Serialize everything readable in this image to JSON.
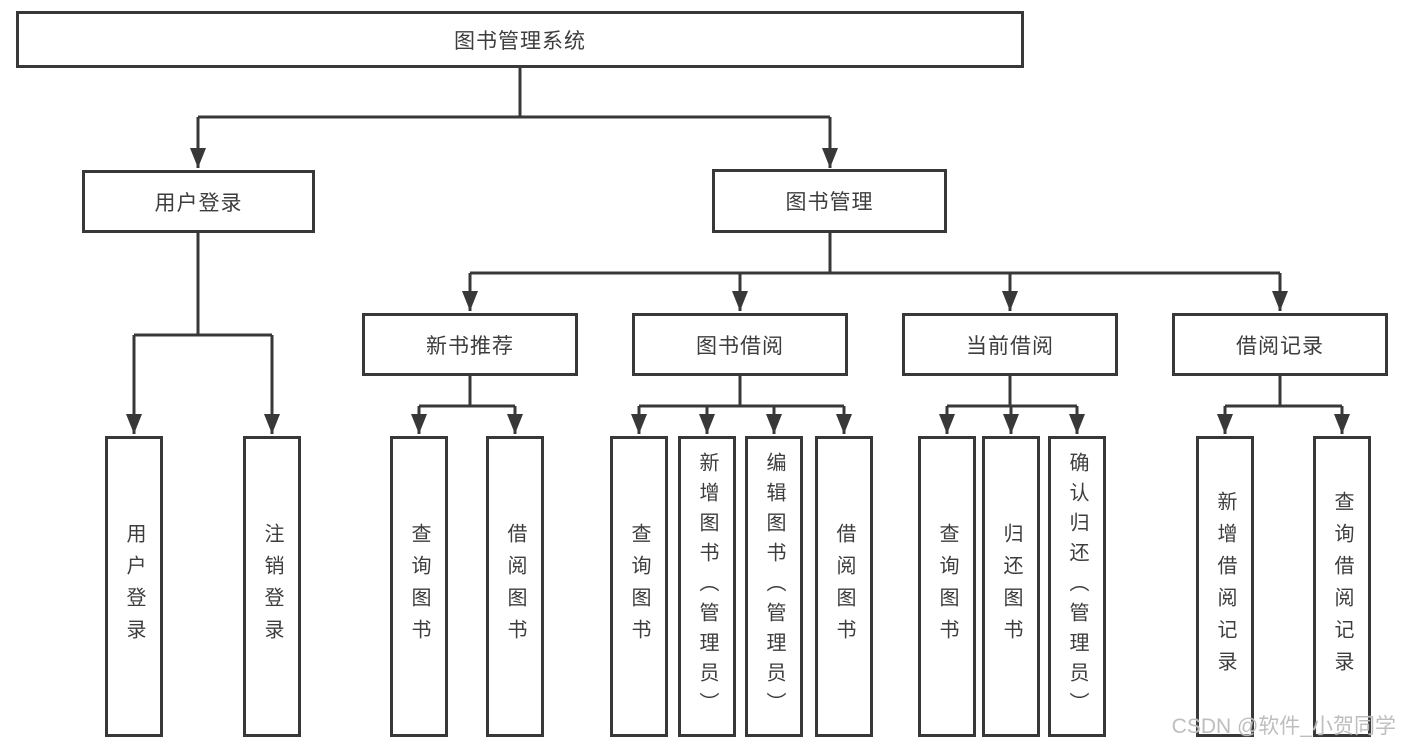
{
  "tree": {
    "root": "图书管理系统",
    "user_login": {
      "label": "用户登录",
      "leaves": [
        "用户登录",
        "注销登录"
      ]
    },
    "book_management": {
      "label": "图书管理",
      "sections": [
        {
          "label": "新书推荐",
          "leaves": [
            "查询图书",
            "借阅图书"
          ]
        },
        {
          "label": "图书借阅",
          "leaves": [
            "查询图书",
            "新增图书（管理员）",
            "编辑图书（管理员）",
            "借阅图书"
          ]
        },
        {
          "label": "当前借阅",
          "leaves": [
            "查询图书",
            "归还图书",
            "确认归还（管理员）"
          ]
        },
        {
          "label": "借阅记录",
          "leaves": [
            "新增借阅记录",
            "查询借阅记录"
          ]
        }
      ]
    }
  },
  "watermark": {
    "text": "CSDN @软件_小贺同学"
  },
  "colors": {
    "line": "#383838",
    "box_border": "#383838",
    "text": "#3d3d3d",
    "background": "#ffffff",
    "watermark": "#b9b9b9"
  }
}
